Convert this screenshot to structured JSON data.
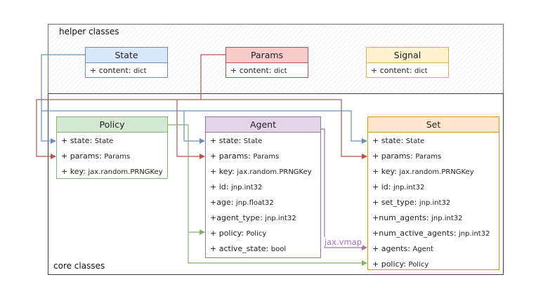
{
  "groups": {
    "helper_label": "helper classes",
    "core_label": "core classes"
  },
  "classes": {
    "state": {
      "title": "State",
      "fields": [
        {
          "name": "+ content:",
          "type": "dict"
        }
      ]
    },
    "params": {
      "title": "Params",
      "fields": [
        {
          "name": "+ content:",
          "type": "dict"
        }
      ]
    },
    "signal": {
      "title": "Signal",
      "fields": [
        {
          "name": "+ content:",
          "type": "dict"
        }
      ]
    },
    "policy": {
      "title": "Policy",
      "fields": [
        {
          "name": "+ state:",
          "type": "State"
        },
        {
          "name": "+ params:",
          "type": "Params"
        },
        {
          "name": "+ key:",
          "type": "jax.random.PRNGKey"
        }
      ]
    },
    "agent": {
      "title": "Agent",
      "fields": [
        {
          "name": "+ state:",
          "type": "State"
        },
        {
          "name": "+ params:",
          "type": "Params"
        },
        {
          "name": "+ key:",
          "type": "jax.random.PRNGKey"
        },
        {
          "name": "+ id:",
          "type": "jnp.int32"
        },
        {
          "name": "+age:",
          "type": "jnp.float32"
        },
        {
          "name": "+agent_type:",
          "type": "jnp.int32"
        },
        {
          "name": "+ policy:",
          "type": "Policy"
        },
        {
          "name": "+ active_state:",
          "type": "bool"
        }
      ]
    },
    "set": {
      "title": "Set",
      "fields": [
        {
          "name": "+ state:",
          "type": "State"
        },
        {
          "name": "+ params:",
          "type": "Params"
        },
        {
          "name": "+ key:",
          "type": "jax.random.PRNGKey"
        },
        {
          "name": "+ id:",
          "type": "jnp.int32"
        },
        {
          "name": "+ set_type:",
          "type": "jnp.int32"
        },
        {
          "name": "+num_agents:",
          "type": "jnp.int32"
        },
        {
          "name": "+num_active_agents:",
          "type": "jnp.int32"
        },
        {
          "name": "+ agents:",
          "type": "Agent"
        },
        {
          "name": "+ policy:",
          "type": "Policy"
        }
      ]
    }
  },
  "edges": {
    "vmap_label": "jax.vmap"
  },
  "colors": {
    "state": "#6c8ebf",
    "params": "#b85450",
    "signal": "#d6b656",
    "policy": "#82b366",
    "agent": "#9673a6",
    "set": "#d79b00",
    "vmap": "#a070b8"
  }
}
